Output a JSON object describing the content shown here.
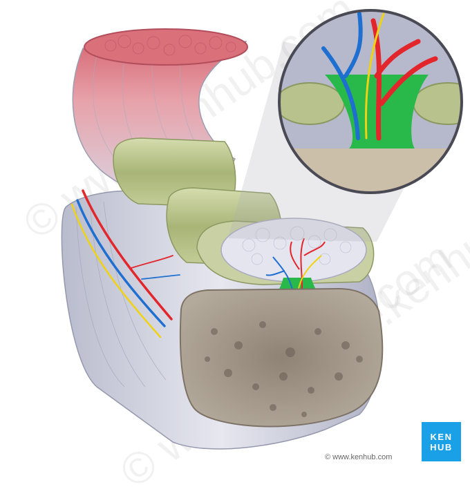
{
  "brand": {
    "logo_line1": "KEN",
    "logo_line2": "HUB",
    "url": "© www.kenhub.com",
    "watermark_text": "© www.kenhub.com",
    "logo_color": "#1aa0e6"
  },
  "colors": {
    "muscle": "#d9707a",
    "tendon": "#c9cbdd",
    "ring": "#b7c28c",
    "bone": "#9c8f80",
    "artery": "#e2262c",
    "vein": "#1f6fd1",
    "nerve": "#f0d215",
    "mesotendon": "#29b84a"
  }
}
